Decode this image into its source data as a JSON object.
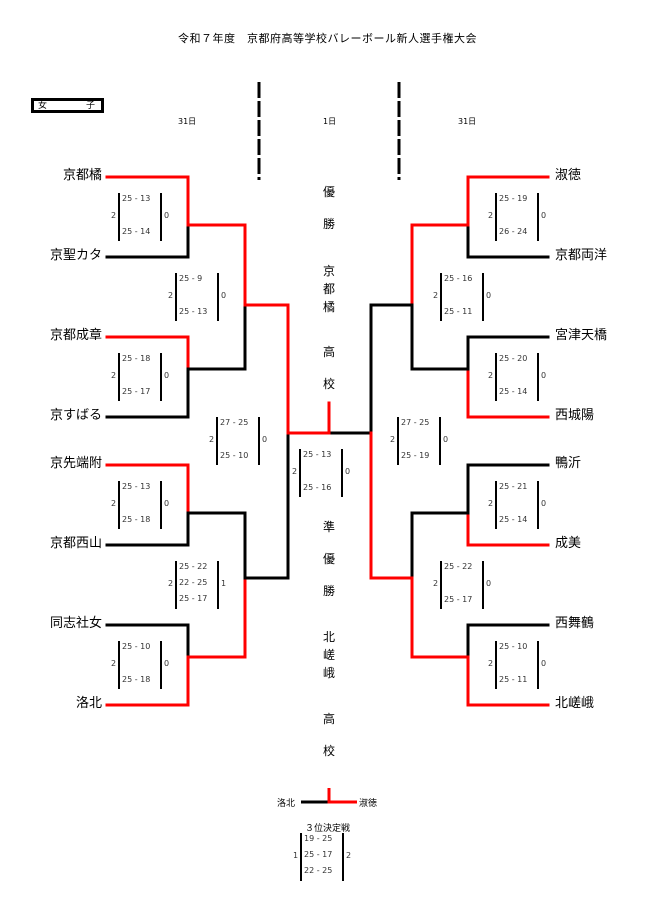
{
  "title": "令和７年度　京都府高等学校バレーボール新人選手権大会",
  "category": {
    "left": "女",
    "right": "子"
  },
  "days": {
    "left": "31日",
    "center": "1日",
    "right": "31日"
  },
  "colors": {
    "winner": "#ff0000",
    "line": "#000000"
  },
  "left_teams": [
    "京都橘",
    "京聖カタ",
    "京都成章",
    "京すばる",
    "京先端附",
    "京都西山",
    "同志社女",
    "洛北"
  ],
  "right_teams": [
    "淑徳",
    "京都両洋",
    "宮津天橋",
    "西城陽",
    "鴨沂",
    "成美",
    "西舞鶴",
    "北嵯峨"
  ],
  "scores": {
    "l_r1_1": {
      "w": "2",
      "l": "0",
      "sets": [
        "25 - 13",
        "25 - 14"
      ]
    },
    "l_r1_2": {
      "w": "2",
      "l": "0",
      "sets": [
        "25 - 18",
        "25 - 17"
      ]
    },
    "l_r1_3": {
      "w": "2",
      "l": "0",
      "sets": [
        "25 - 13",
        "25 - 18"
      ]
    },
    "l_r1_4": {
      "w": "2",
      "l": "0",
      "sets": [
        "25 - 10",
        "25 - 18"
      ]
    },
    "l_r2_1": {
      "w": "2",
      "l": "0",
      "sets": [
        "25 - 9",
        "25 - 13"
      ]
    },
    "l_r2_2": {
      "w": "2",
      "l": "1",
      "sets": [
        "25 - 22",
        "22 - 25",
        "25 - 17"
      ]
    },
    "l_sf": {
      "w": "2",
      "l": "0",
      "sets": [
        "27 - 25",
        "25 - 10"
      ]
    },
    "final": {
      "w": "2",
      "l": "0",
      "sets": [
        "25 - 13",
        "25 - 16"
      ]
    },
    "r_sf": {
      "w": "2",
      "l": "0",
      "sets": [
        "27 - 25",
        "25 - 19"
      ]
    },
    "r_r2_1": {
      "w": "2",
      "l": "0",
      "sets": [
        "25 - 16",
        "25 - 11"
      ]
    },
    "r_r2_2": {
      "w": "2",
      "l": "0",
      "sets": [
        "25 - 22",
        "25 - 17"
      ]
    },
    "r_r1_1": {
      "w": "2",
      "l": "0",
      "sets": [
        "25 - 19",
        "26 - 24"
      ]
    },
    "r_r1_2": {
      "w": "2",
      "l": "0",
      "sets": [
        "25 - 20",
        "25 - 14"
      ]
    },
    "r_r1_3": {
      "w": "2",
      "l": "0",
      "sets": [
        "25 - 21",
        "25 - 14"
      ]
    },
    "r_r1_4": {
      "w": "2",
      "l": "0",
      "sets": [
        "25 - 10",
        "25 - 11"
      ]
    },
    "third": {
      "w": "1",
      "l": "2",
      "sets": [
        "19 - 25",
        "25 - 17",
        "22 - 25"
      ]
    }
  },
  "champion": {
    "label": [
      "優",
      "勝"
    ],
    "name": [
      "京",
      "都",
      "橘"
    ],
    "suffix": [
      "高",
      "校"
    ]
  },
  "runner_up": {
    "label": [
      "準",
      "優",
      "勝"
    ],
    "name": [
      "北",
      "嵯",
      "峨"
    ],
    "suffix": [
      "高",
      "校"
    ]
  },
  "third_place": {
    "title": "３位決定戦",
    "left": "洛北",
    "right": "淑徳"
  }
}
